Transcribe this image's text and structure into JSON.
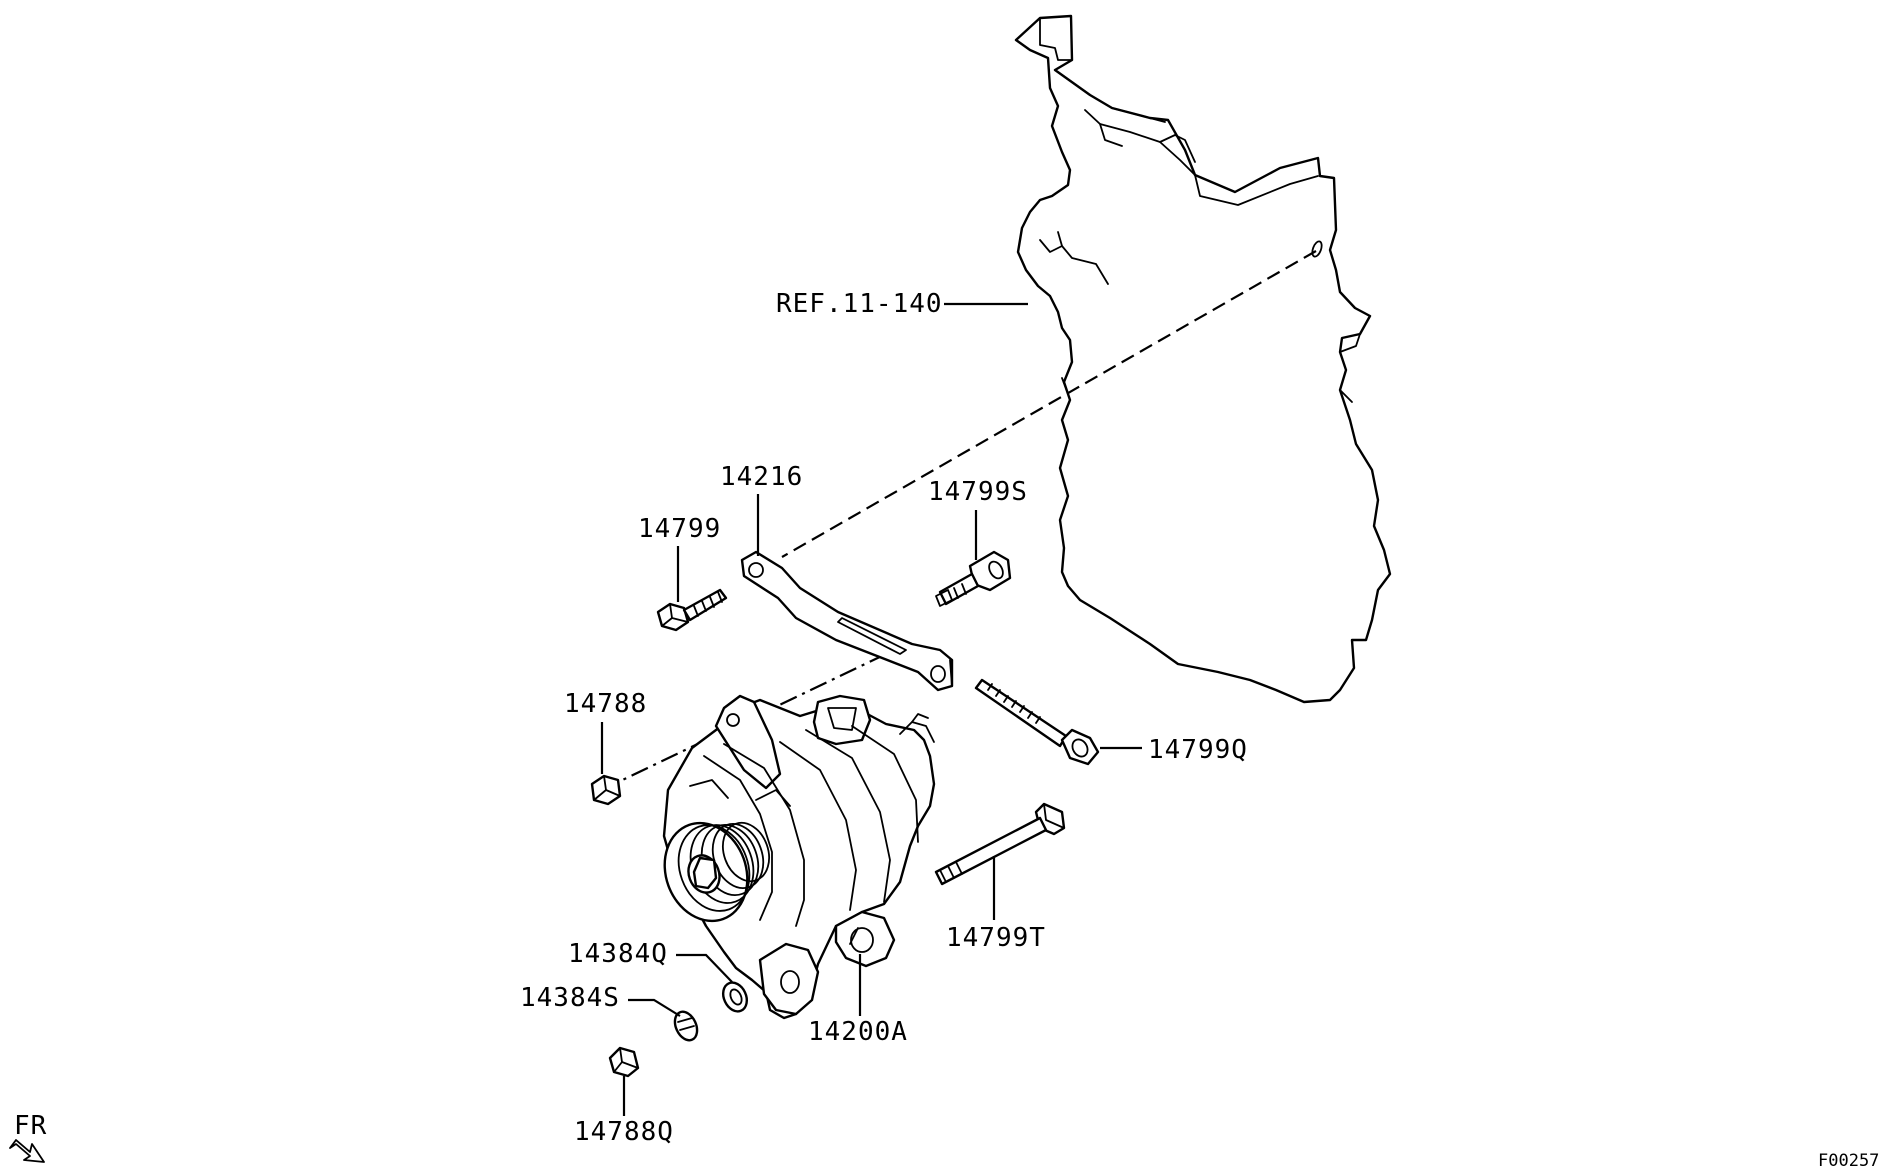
{
  "diagram": {
    "ref_label": "REF.11-140",
    "callouts": {
      "bracket": "14216",
      "bolt_top_left": "14799",
      "bolt_top_right": "14799S",
      "nut": "14788",
      "long_bolt": "14799Q",
      "through_bolt": "14799T",
      "washer_q": "14384Q",
      "washer_s": "14384S",
      "alternator": "14200A",
      "nut_q": "14788Q"
    },
    "direction_label": "FR",
    "figure_code": "F00257"
  }
}
